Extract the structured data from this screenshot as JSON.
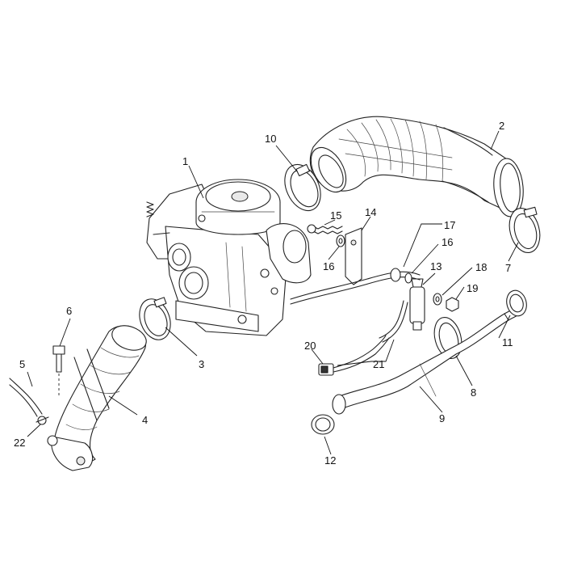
{
  "labels": {
    "p1": "1",
    "p2": "2",
    "p3": "3",
    "p4": "4",
    "p5": "5",
    "p6": "6",
    "p7": "7",
    "p8": "8",
    "p9": "9",
    "p10": "10",
    "p11": "11",
    "p12": "12",
    "p13": "13",
    "p14": "14",
    "p15": "15",
    "p16a": "16",
    "p16b": "16",
    "p17": "17",
    "p18": "18",
    "p19": "19",
    "p20": "20",
    "p21": "21",
    "p22": "22"
  },
  "colors": {
    "line": "#222222",
    "background": "#ffffff"
  }
}
